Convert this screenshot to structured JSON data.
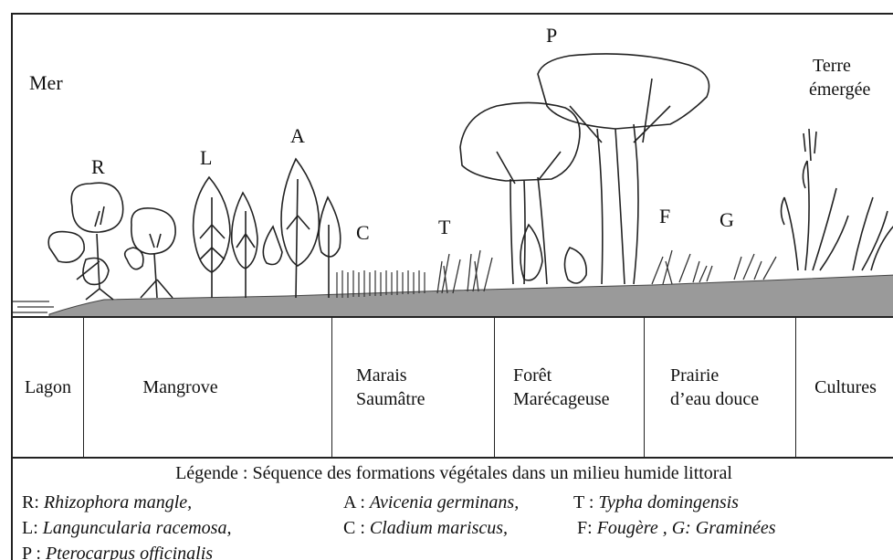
{
  "illustration": {
    "sea_label": "Mer",
    "land_label_1": "Terre",
    "land_label_2": "émergée",
    "letters": {
      "R": "R",
      "L": "L",
      "A": "A",
      "C": "C",
      "T": "T",
      "P": "P",
      "F": "F",
      "G": "G"
    }
  },
  "zones": [
    {
      "line1": "Lagon",
      "line2": ""
    },
    {
      "line1": "Mangrove",
      "line2": ""
    },
    {
      "line1": "Marais",
      "line2": "Saumâtre"
    },
    {
      "line1": "Forêt",
      "line2": "Marécageuse"
    },
    {
      "line1": "Prairie",
      "line2": "d’eau douce"
    },
    {
      "line1": "Cultures",
      "line2": ""
    }
  ],
  "legend": {
    "title": "Légende : Séquence des formations végétales dans un milieu humide littoral",
    "entries": [
      {
        "key": "R:",
        "name": "Rhizophora mangle,"
      },
      {
        "key": "A :",
        "name": "Avicenia germinans,"
      },
      {
        "key": "T :",
        "name": "Typha domingensis"
      },
      {
        "key": "L:",
        "name": "Languncularia racemosa,"
      },
      {
        "key": "C :",
        "name": "Cladium mariscus,"
      },
      {
        "key": "F:",
        "name": "Fougère , G: Graminées"
      },
      {
        "key": "P :",
        "name": "Pterocarpus officinalis"
      }
    ]
  }
}
